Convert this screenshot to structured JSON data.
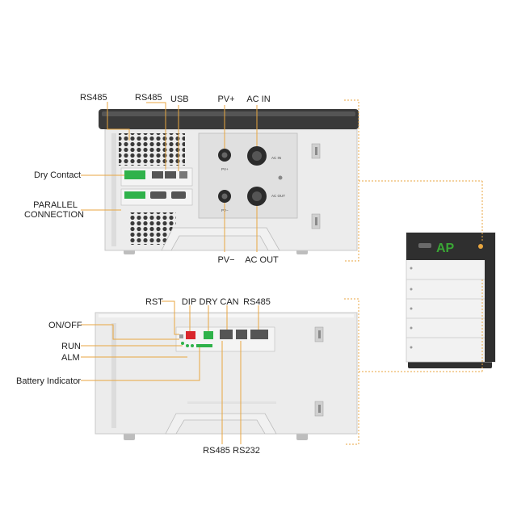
{
  "colors": {
    "leader": "#e8a640",
    "case": "#ececec",
    "case_edge": "#c9c9c9",
    "top_cap": "#3a3a3a",
    "panel": "#e0e0e0",
    "dark": "#2b2b2b",
    "green": "#2fb24a",
    "red": "#d9262c",
    "brand_green": "#3aa635"
  },
  "top_unit": {
    "labels": {
      "rs485_a": "RS485",
      "rs485_b": "RS485",
      "usb": "USB",
      "pv_plus": "PV+",
      "ac_in": "AC IN",
      "dry_contact": "Dry Contact",
      "parallel": "PARALLEL\nCONNECTION",
      "pv_minus": "PV−",
      "ac_out": "AC OUT"
    },
    "panel_text": {
      "ac_in": "AC IN",
      "ac_out": "AC OUT",
      "pv_plus": "PV+",
      "pv_minus": "PV−"
    }
  },
  "bottom_unit": {
    "labels": {
      "rst": "RST",
      "dip": "DIP",
      "dry": "DRY",
      "can": "CAN",
      "rs485_top": "RS485",
      "on_off": "ON/OFF",
      "run": "RUN",
      "alm": "ALM",
      "battery_indicator": "Battery Indicator",
      "rs485_bottom": "RS485",
      "rs232": "RS232"
    }
  },
  "stack": {
    "brand": "AP"
  }
}
